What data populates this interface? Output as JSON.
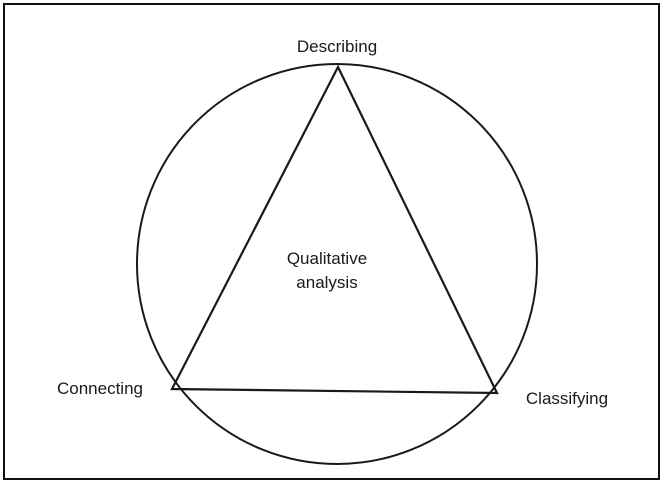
{
  "diagram": {
    "nodes": {
      "top": "Describing",
      "left": "Connecting",
      "right": "Classifying"
    },
    "center": {
      "line1": "Qualitative",
      "line2": "analysis"
    },
    "colors": {
      "stroke": "#1a1a1a",
      "background": "#ffffff"
    }
  }
}
